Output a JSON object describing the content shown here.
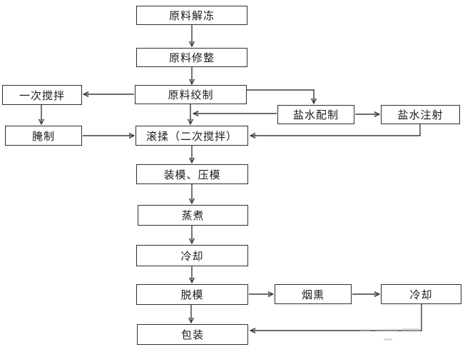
{
  "diagram": {
    "type": "flowchart",
    "language": "zh-CN",
    "nodes": {
      "thaw": {
        "label": "原料解冻"
      },
      "trim": {
        "label": "原料修整"
      },
      "grind": {
        "label": "原料绞制"
      },
      "first_mix": {
        "label": "一次搅拌"
      },
      "cure": {
        "label": "腌制"
      },
      "tumble": {
        "label": "滚揉（二次搅拌）"
      },
      "brine_prep": {
        "label": "盐水配制"
      },
      "brine_inject": {
        "label": "盐水注射"
      },
      "mold_press": {
        "label": "装模、压模"
      },
      "cook": {
        "label": "蒸煮"
      },
      "cool1": {
        "label": "冷却"
      },
      "demold": {
        "label": "脱模"
      },
      "smoke": {
        "label": "烟熏"
      },
      "cool2": {
        "label": "冷却"
      },
      "pack": {
        "label": "包装"
      }
    },
    "edges": [
      {
        "from": "thaw",
        "to": "trim"
      },
      {
        "from": "trim",
        "to": "grind"
      },
      {
        "from": "grind",
        "to": "first_mix"
      },
      {
        "from": "first_mix",
        "to": "cure"
      },
      {
        "from": "cure",
        "to": "tumble"
      },
      {
        "from": "grind",
        "to": "brine_prep"
      },
      {
        "from": "brine_prep",
        "to": "tumble"
      },
      {
        "from": "grind",
        "to": "tumble"
      },
      {
        "from": "brine_prep",
        "to": "brine_inject"
      },
      {
        "from": "brine_inject",
        "to": "tumble"
      },
      {
        "from": "tumble",
        "to": "mold_press"
      },
      {
        "from": "mold_press",
        "to": "cook"
      },
      {
        "from": "cook",
        "to": "cool1"
      },
      {
        "from": "cool1",
        "to": "demold"
      },
      {
        "from": "demold",
        "to": "smoke"
      },
      {
        "from": "smoke",
        "to": "cool2"
      },
      {
        "from": "demold",
        "to": "pack"
      },
      {
        "from": "cool2",
        "to": "pack"
      }
    ],
    "colors": {
      "line": "#3a3a3a",
      "box_border": "#2e2e2e",
      "box_fill": "#ffffff",
      "text": "#1a1a1a",
      "background": "#ffffff"
    }
  }
}
